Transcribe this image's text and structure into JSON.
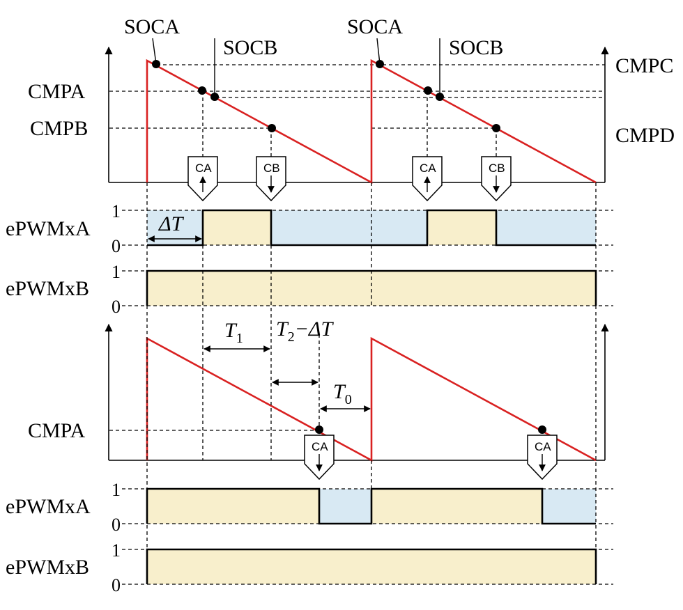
{
  "labels": {
    "soca": "SOCA",
    "socb": "SOCB",
    "cmpa": "CMPA",
    "cmpb": "CMPB",
    "cmpc": "CMPC",
    "cmpd": "CMPD",
    "epwmxa": "ePWMxA",
    "epwmxb": "ePWMxB",
    "one": "1",
    "zero": "0",
    "ca": "CA",
    "cb": "CB",
    "delta_t": "ΔT",
    "t": "T",
    "t1_sub": "1",
    "t2_sub": "2",
    "t0_sub": "0",
    "minus_delta_t": "−ΔT"
  },
  "colors": {
    "sawtooth": "#d92121",
    "high_fill": "#f8efcc",
    "low_fill": "#d8e9f3",
    "line": "#000000"
  }
}
